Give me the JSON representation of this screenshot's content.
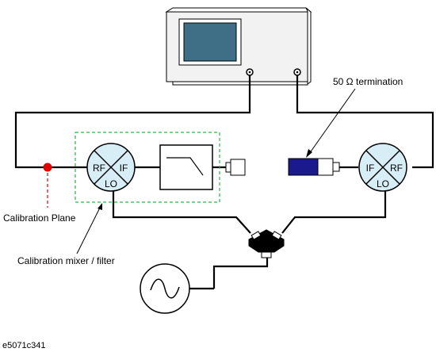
{
  "labels": {
    "termination": "50 Ω termination",
    "calibration_plane": "Calibration Plane",
    "calibration_mixer": "Calibration mixer / filter",
    "figure_id": "e5071c341"
  },
  "mixer_left": {
    "rf": "RF",
    "if": "IF",
    "lo": "LO"
  },
  "mixer_right": {
    "if": "IF",
    "rf": "RF",
    "lo": "LO"
  },
  "colors": {
    "screen": "#3f6f86",
    "instrument_face": "#f2f2f2",
    "mixer_fill": "#d8eef6",
    "termination_load": "#1a1a8c",
    "calibration_point": "#e00000",
    "dashed_box": "#2db24a"
  }
}
